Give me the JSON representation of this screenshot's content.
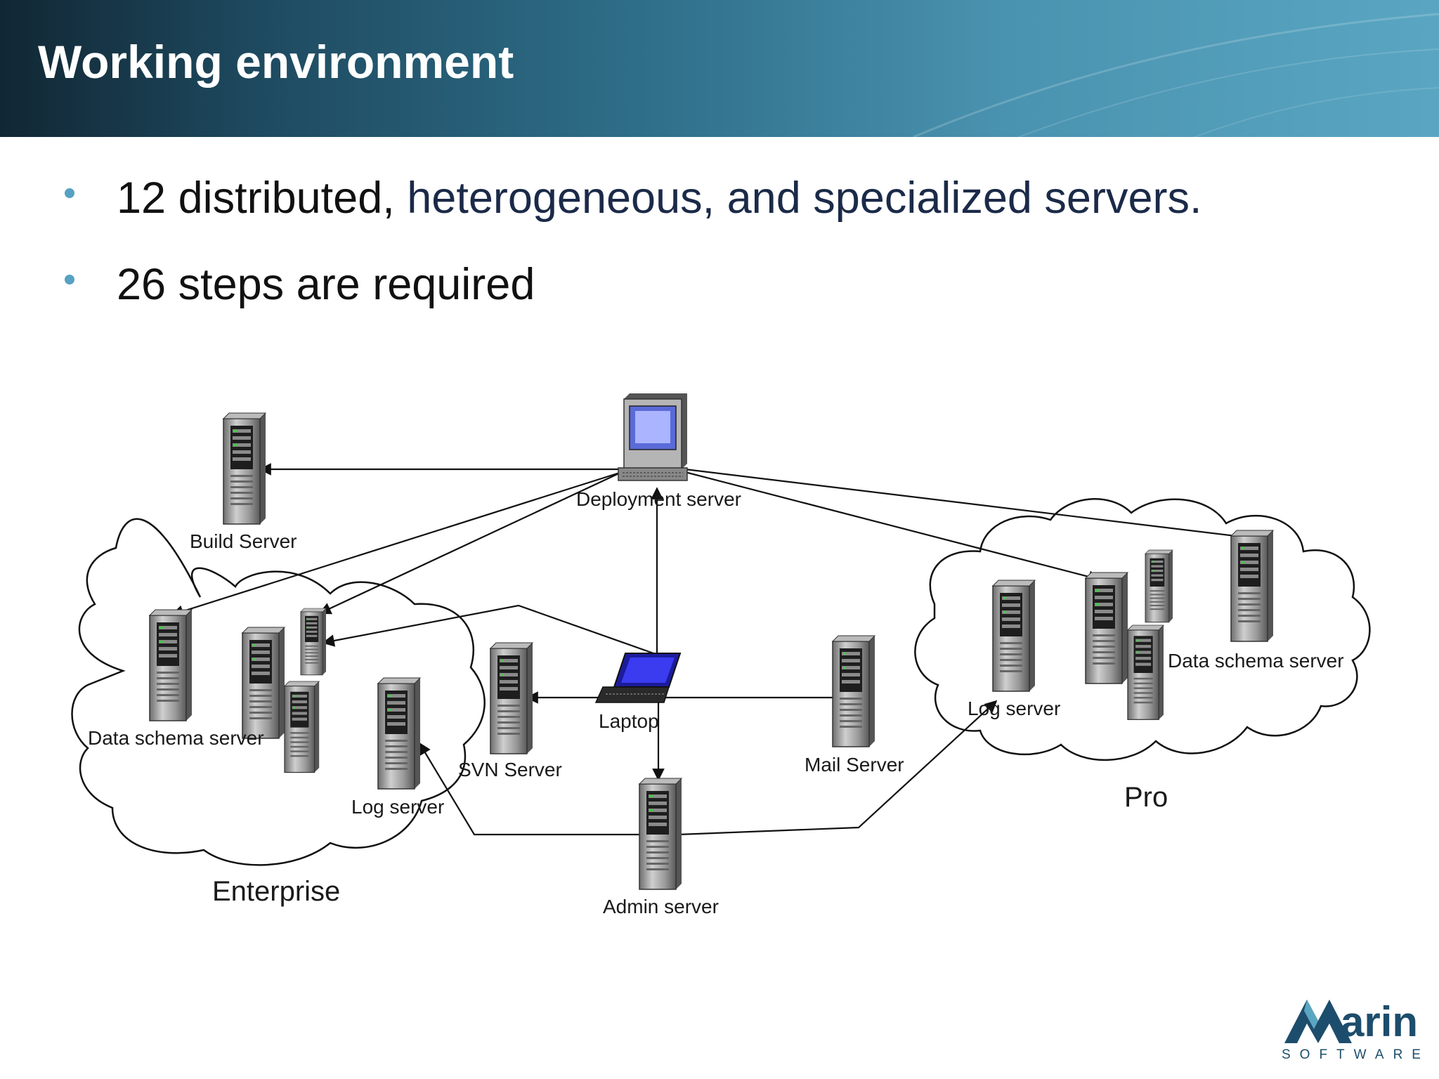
{
  "slide": {
    "title": "Working environment",
    "bullets": [
      {
        "prefix": "12 distributed, ",
        "accent": "heterogeneous, and specialized servers."
      },
      {
        "prefix": "26 steps are required",
        "accent": ""
      }
    ]
  },
  "diagram": {
    "nodes": {
      "deployment": "Deployment server",
      "build": "Build Server",
      "laptop": "Laptop",
      "svn": "SVN Server",
      "mail": "Mail Server",
      "admin": "Admin server",
      "ent_schema": "Data schema server",
      "ent_log": "Log server",
      "pro_schema": "Data schema server",
      "pro_log": "Log server"
    },
    "groups": {
      "enterprise": "Enterprise",
      "pro": "Pro"
    }
  },
  "logo": {
    "word": "arin",
    "letter": "M",
    "tagline": "SOFTWARE"
  },
  "colors": {
    "header_dark": "#112734",
    "header_light": "#5aa6c2",
    "bullet": "#56a1c4",
    "logo": "#1d4d6c"
  }
}
